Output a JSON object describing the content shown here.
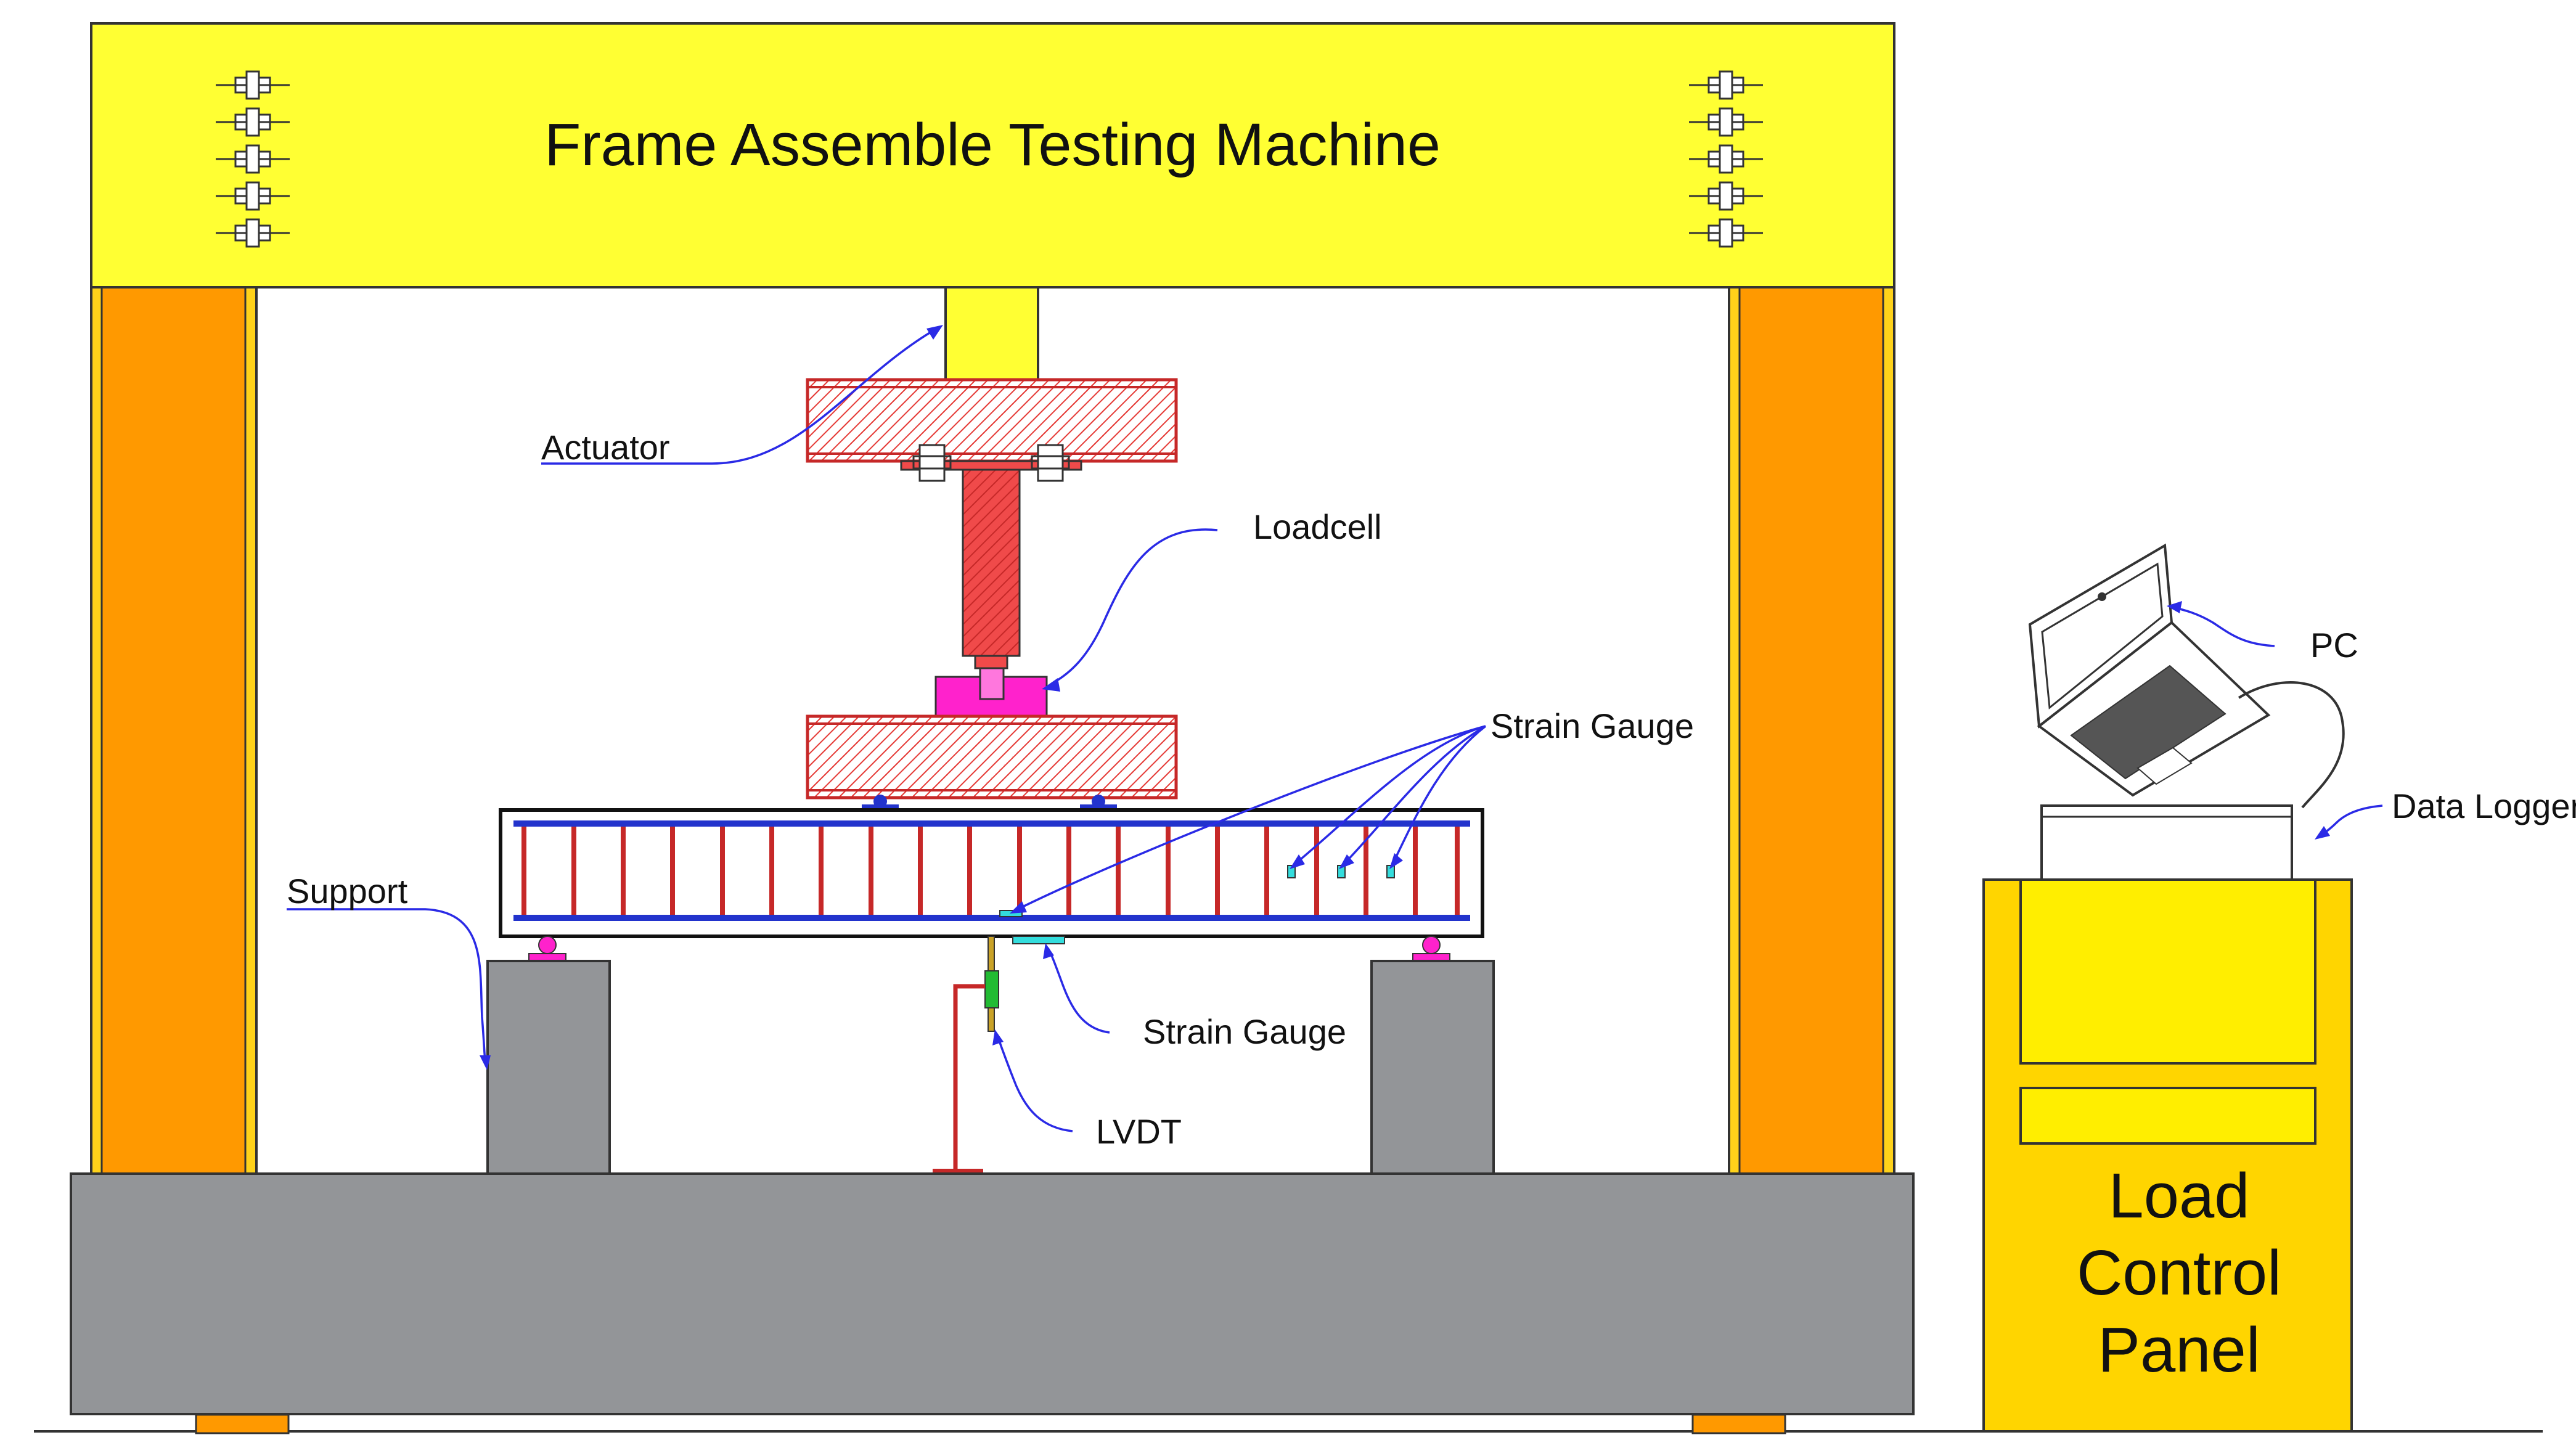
{
  "title": "Frame Assemble Testing Machine",
  "labels": {
    "actuator": "Actuator",
    "loadcell": "Loadcell",
    "strain_gauge_top": "Strain Gauge",
    "strain_gauge_bottom": "Strain Gauge",
    "support": "Support",
    "lvdt": "LVDT",
    "pc": "PC",
    "data_logger": "Data Logger"
  },
  "control_panel": {
    "line1": "Load",
    "line2": "Control",
    "line3": "Panel"
  },
  "colors": {
    "beam_yellow": "#FFFF33",
    "column_orange": "#FF9900",
    "column_edge": "#FFD21A",
    "hatch_red": "#D32F2F",
    "concrete_grey": "#939598",
    "rebar_blue": "#2233CC",
    "stirrup_red": "#C62828",
    "loadcell_magenta": "#FF22CC",
    "panel_yellow": "#FFD500",
    "leader_blue": "#2A2AE6"
  },
  "icons": [
    "laptop-icon",
    "data-logger-box",
    "bolt-icon"
  ]
}
